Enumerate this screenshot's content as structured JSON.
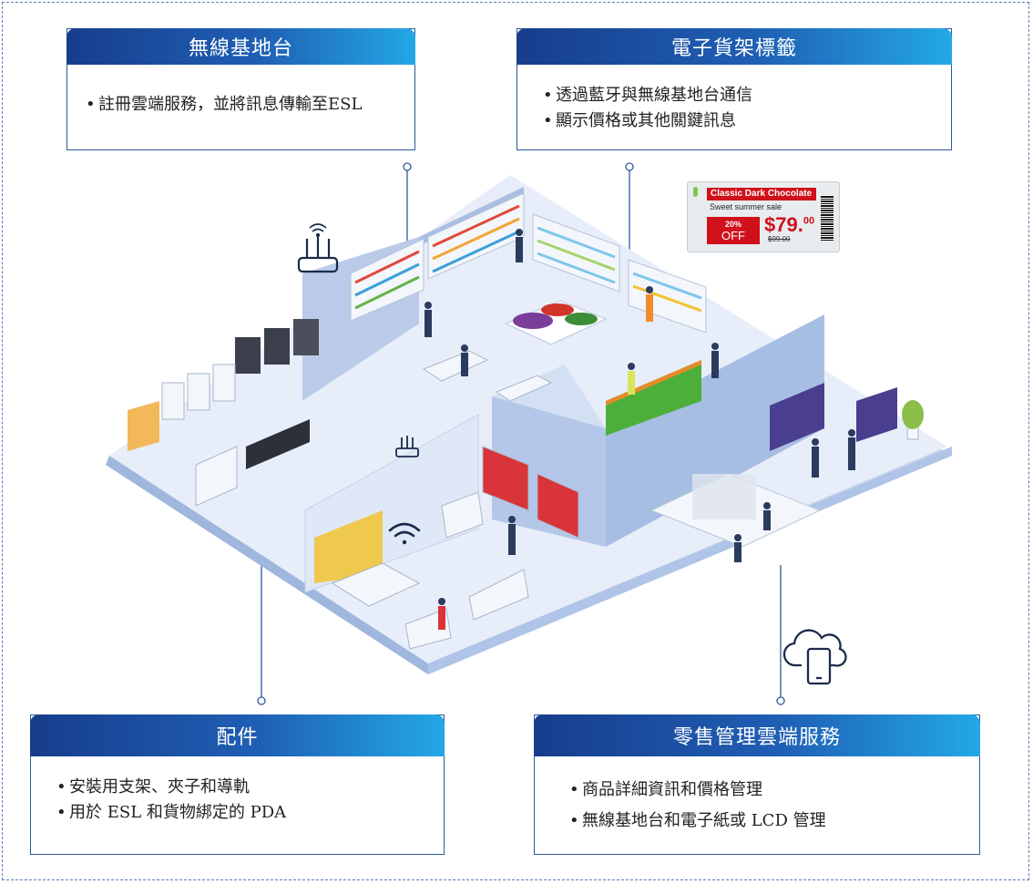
{
  "cards": {
    "base_station": {
      "title": "無線基地台",
      "items": [
        "註冊雲端服務，並將訊息傳輸至ESL"
      ]
    },
    "esl": {
      "title": "電子貨架標籤",
      "items": [
        "透過藍牙與無線基地台通信",
        "顯示價格或其他關鍵訊息"
      ]
    },
    "accessories": {
      "title": "配件",
      "items": [
        "安裝用支架、夾子和導軌",
        "用於 ESL 和貨物綁定的 PDA"
      ]
    },
    "cloud": {
      "title": "零售管理雲端服務",
      "items": [
        "商品詳細資訊和價格管理",
        "無線基地台和電子紙或 LCD 管理"
      ]
    }
  },
  "esl_label": {
    "product": "Classic Dark Chocolate",
    "subtitle": "Sweet summer sale",
    "discount_pct": "20%",
    "discount_word": "OFF",
    "currency": "$",
    "price_main": "79.",
    "price_cents": "00",
    "old_price": "$99.00"
  },
  "colors": {
    "header_start": "#173d8c",
    "header_end": "#23a8e6",
    "border": "#2d5a9a",
    "floor": "#e4ebf7",
    "wall": "#b9cbe8",
    "accent_red": "#d0111b"
  },
  "icons": [
    "router-icon",
    "wifi-icon",
    "cloud-phone-icon"
  ]
}
